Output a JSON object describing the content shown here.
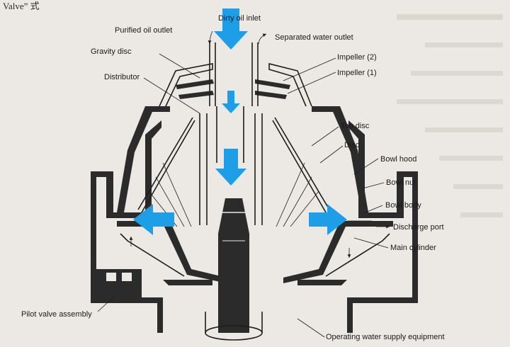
{
  "corner_text": "Valve” 式",
  "labels": {
    "dirty_oil_inlet": "Dirty oil inlet",
    "purified_oil_outlet": "Purified oil outlet",
    "separated_water_outlet": "Separated water outlet",
    "gravity_disc": "Gravity disc",
    "impeller_2": "Impeller (2)",
    "impeller_1": "Impeller (1)",
    "distributor": "Distributor",
    "top_disc": "Top disc",
    "disc": "Disc",
    "bowl_hood": "Bowl hood",
    "bowl_nut": "Bowl nut",
    "bowl_body": "Bowl body",
    "discharge_port": "Discharge port",
    "main_cylinder": "Main cylinder",
    "pilot_valve_assembly": "Pilot valve assembly",
    "operating_water_supply_equipment": "Operating water supply equipment"
  },
  "colors": {
    "flow_arrow": "#1e9ee6",
    "ink": "#1d1d1d",
    "paper": "#ece9e4"
  }
}
